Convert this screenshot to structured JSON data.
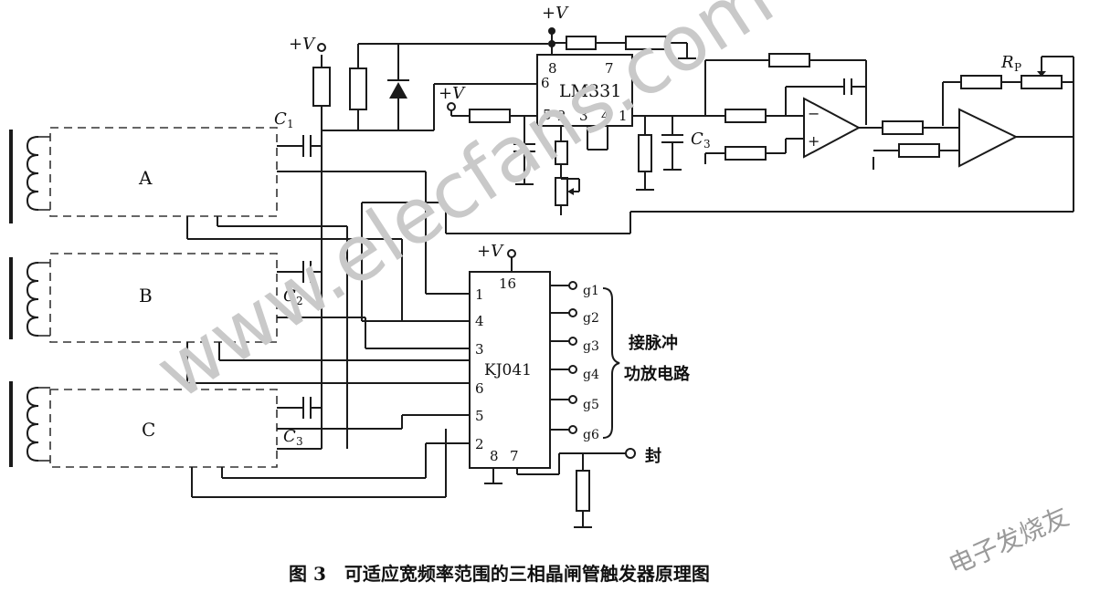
{
  "labels": {
    "supply": "+V",
    "lm331": "LM331",
    "kj041": "KJ041",
    "block_a": "A",
    "block_b": "B",
    "block_c": "C",
    "c1": "C",
    "c1_sub": "1",
    "c2": "C",
    "c2_sub": "2",
    "c3": "C",
    "c3_sub": "3",
    "c3_opamp": "C",
    "c3_opamp_sub": "3",
    "rp": "R",
    "rp_sub": "P"
  },
  "lm331_pins": {
    "p8": "8",
    "p7": "7",
    "p6": "6",
    "p5": "5",
    "p2": "2",
    "p3": "3",
    "p4": "4",
    "p1": "1"
  },
  "kj041_pins": {
    "p1": "1",
    "p4": "4",
    "p3": "3",
    "p6": "6",
    "p5": "5",
    "p2": "2",
    "p8": "8",
    "p7": "7",
    "p16": "16"
  },
  "gates": [
    "g1",
    "g2",
    "g3",
    "g4",
    "g5",
    "g6"
  ],
  "annotation_line1": "接脉冲",
  "annotation_line2": "功放电路",
  "seal_label": "封",
  "caption": "图 3　可适应宽频率范围的三相晶闸管触发器原理图",
  "watermark": "www.elecfans.com",
  "watermark_corner": "电子发烧友"
}
